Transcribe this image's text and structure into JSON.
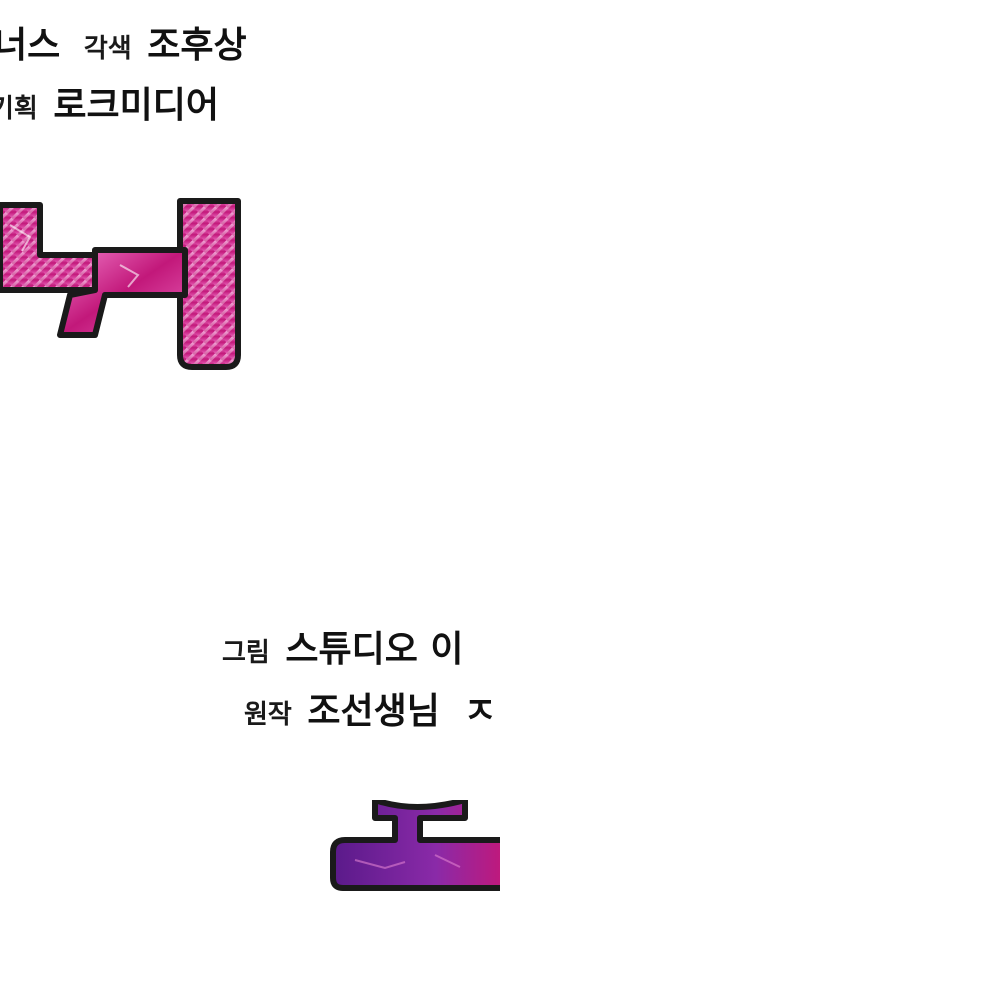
{
  "top_panel": {
    "line1": {
      "name_a": "너스",
      "role": "각색",
      "name_b": "조후상"
    },
    "line2": {
      "role": "기획",
      "name": "로크미디어"
    }
  },
  "bottom_panel": {
    "line1": {
      "role": "그림",
      "name": "스튜디오 이"
    },
    "line2": {
      "role": "원작",
      "name": "조선생님",
      "trail": "ㅈ"
    }
  },
  "colors": {
    "title_magenta": "#c2187a",
    "title_pink": "#f07ac8",
    "title_purple": "#5a1a8a",
    "outline": "#1a1a1a"
  }
}
